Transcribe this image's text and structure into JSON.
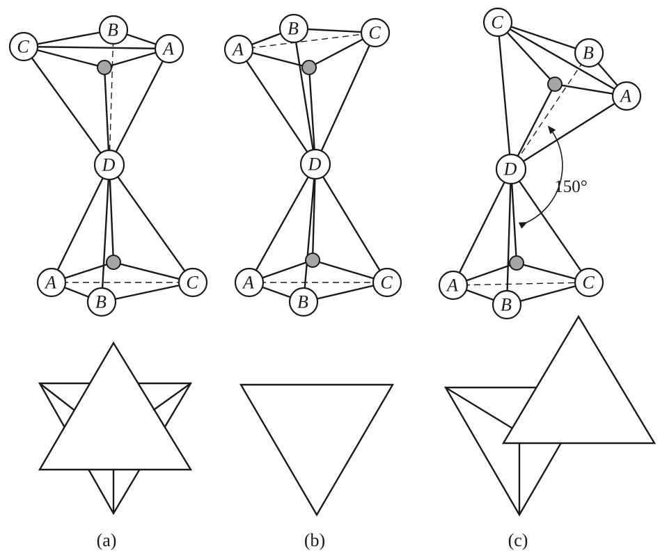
{
  "panels": [
    {
      "id": "a",
      "label": "(a)",
      "top_triangle_labels": [
        "C",
        "B",
        "A"
      ],
      "center_label": "D",
      "bottom_triangle_labels": [
        "A",
        "B",
        "C"
      ]
    },
    {
      "id": "b",
      "label": "(b)",
      "top_triangle_labels": [
        "A",
        "B",
        "C"
      ],
      "center_label": "D",
      "bottom_triangle_labels": [
        "A",
        "B",
        "C"
      ]
    },
    {
      "id": "c",
      "label": "(c)",
      "top_triangle_labels": [
        "C",
        "B",
        "A"
      ],
      "center_label": "D",
      "bottom_triangle_labels": [
        "A",
        "B",
        "C"
      ],
      "angle_annotation": "150°"
    }
  ]
}
